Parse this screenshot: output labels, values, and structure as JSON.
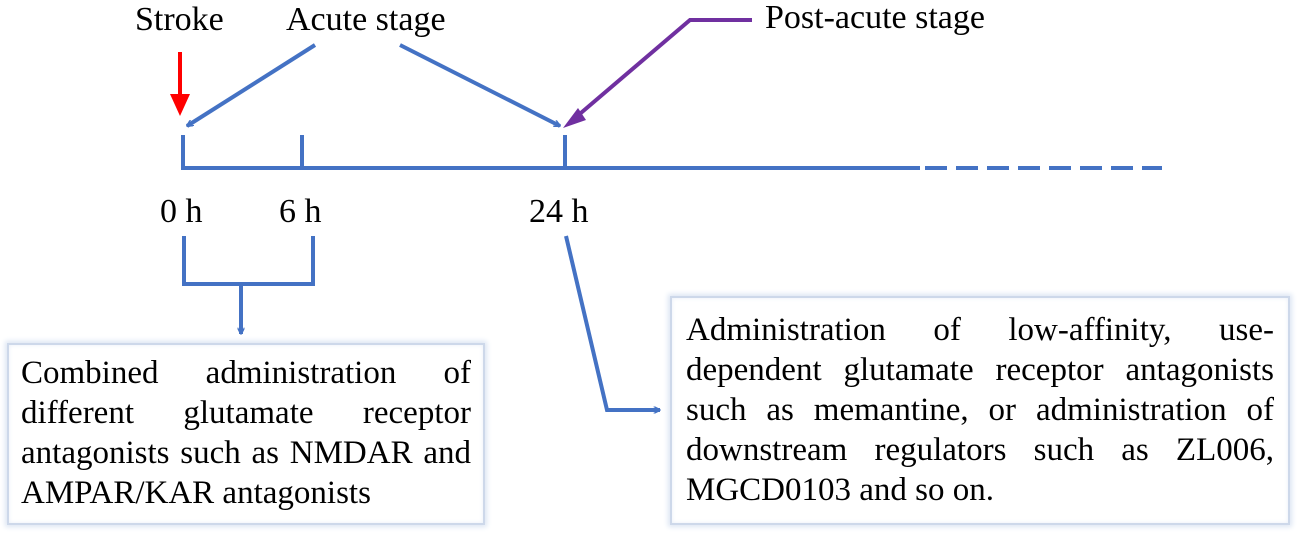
{
  "labels": {
    "stroke": "Stroke",
    "acute_stage": "Acute stage",
    "post_acute_stage": "Post-acute stage",
    "tick_0h": "0 h",
    "tick_6h": "6 h",
    "tick_24h": "24 h"
  },
  "boxes": {
    "left_text": "Combined administration of different glutamate receptor antagonists such as NMDAR and AMPAR/KAR antagonists",
    "right_text": "Administration of low-affinity, use-dependent glutamate receptor antagonists such as memantine, or administration of downstream regulators such as ZL006, MGCD0103 and so on."
  },
  "colors": {
    "timeline_blue": "#4472c4",
    "stroke_arrow_red": "#ff0000",
    "post_acute_arrow_purple": "#7030a0",
    "box_border": "#cdd8ea"
  }
}
